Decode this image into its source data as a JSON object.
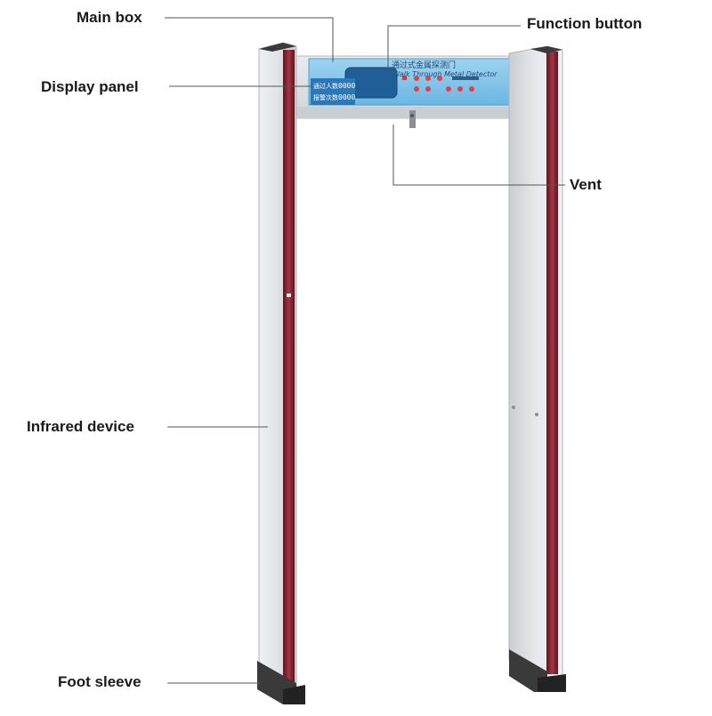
{
  "labels": {
    "main_box": "Main box",
    "display_panel": "Display panel",
    "infrared_device": "Infrared device",
    "foot_sleeve": "Foot sleeve",
    "function_button": "Function button",
    "vent": "Vent"
  },
  "panel": {
    "title_cn": "通过式金属探测门",
    "title_en": "Walk Through Metal Detector",
    "counter_pass_label": "通过人数",
    "counter_pass_value": "0000",
    "counter_alarm_label": "报警次数",
    "counter_alarm_value": "0000"
  },
  "colors": {
    "panel_blue": "#7fc4ea",
    "panel_blue_dark": "#4a9fd4",
    "button_red": "#e0404a",
    "frame_silver": "#dfe3e6",
    "accent_maroon": "#7a1f2a",
    "foot_dark": "#3a3a3a",
    "leader_line": "#555555"
  }
}
